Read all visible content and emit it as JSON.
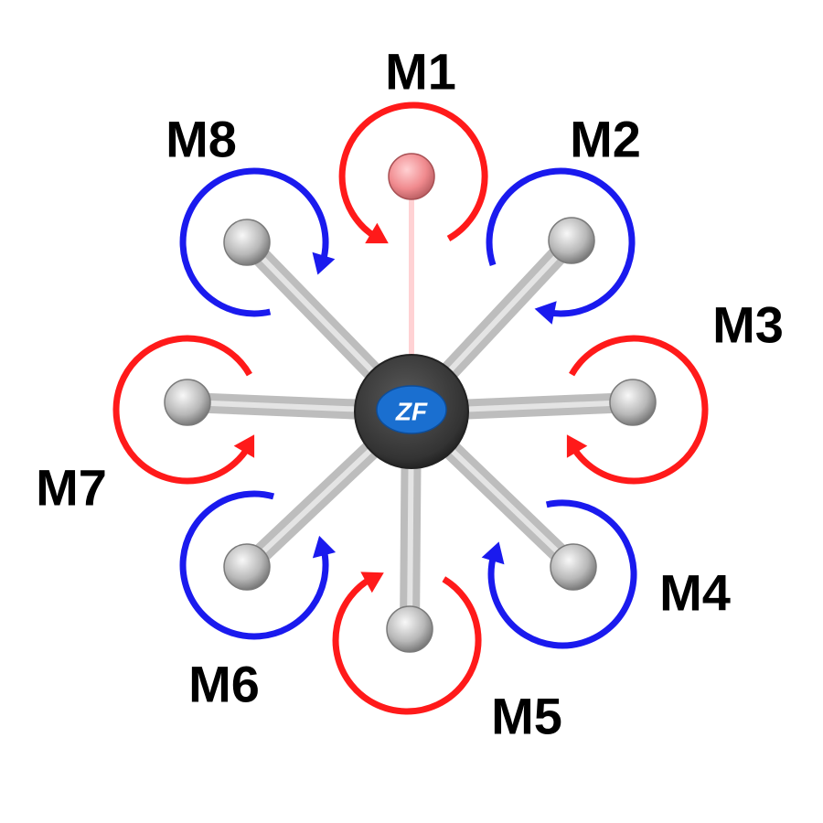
{
  "colors": {
    "cw": "#ff1a1a",
    "ccw": "#1a1aee",
    "front_arm": "#f0888c",
    "arm": "#c8c8c8",
    "hub": "#3a3a3a",
    "logo_bg": "#1a6fd0"
  },
  "hub": {
    "logo_text": "ZF"
  },
  "motors": [
    {
      "id": "M1",
      "label": "M1",
      "arrow_color": "cw",
      "front": true
    },
    {
      "id": "M2",
      "label": "M2",
      "arrow_color": "ccw",
      "front": false
    },
    {
      "id": "M3",
      "label": "M3",
      "arrow_color": "cw",
      "front": false
    },
    {
      "id": "M4",
      "label": "M4",
      "arrow_color": "ccw",
      "front": false
    },
    {
      "id": "M5",
      "label": "M5",
      "arrow_color": "cw",
      "front": false
    },
    {
      "id": "M6",
      "label": "M6",
      "arrow_color": "ccw",
      "front": false
    },
    {
      "id": "M7",
      "label": "M7",
      "arrow_color": "cw",
      "front": false
    },
    {
      "id": "M8",
      "label": "M8",
      "arrow_color": "ccw",
      "front": false
    }
  ]
}
